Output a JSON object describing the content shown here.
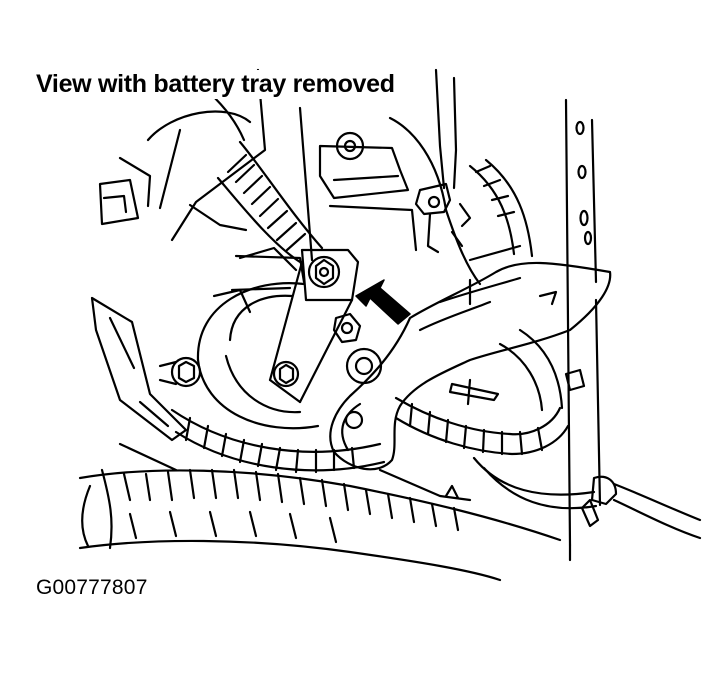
{
  "caption": "View with battery tray removed",
  "figure_id": "G00777807",
  "colors": {
    "ink": "#000000",
    "paper": "#ffffff"
  },
  "callout": {
    "icon": "arrow-pointer-icon",
    "target": "ground-cable-bolt"
  }
}
